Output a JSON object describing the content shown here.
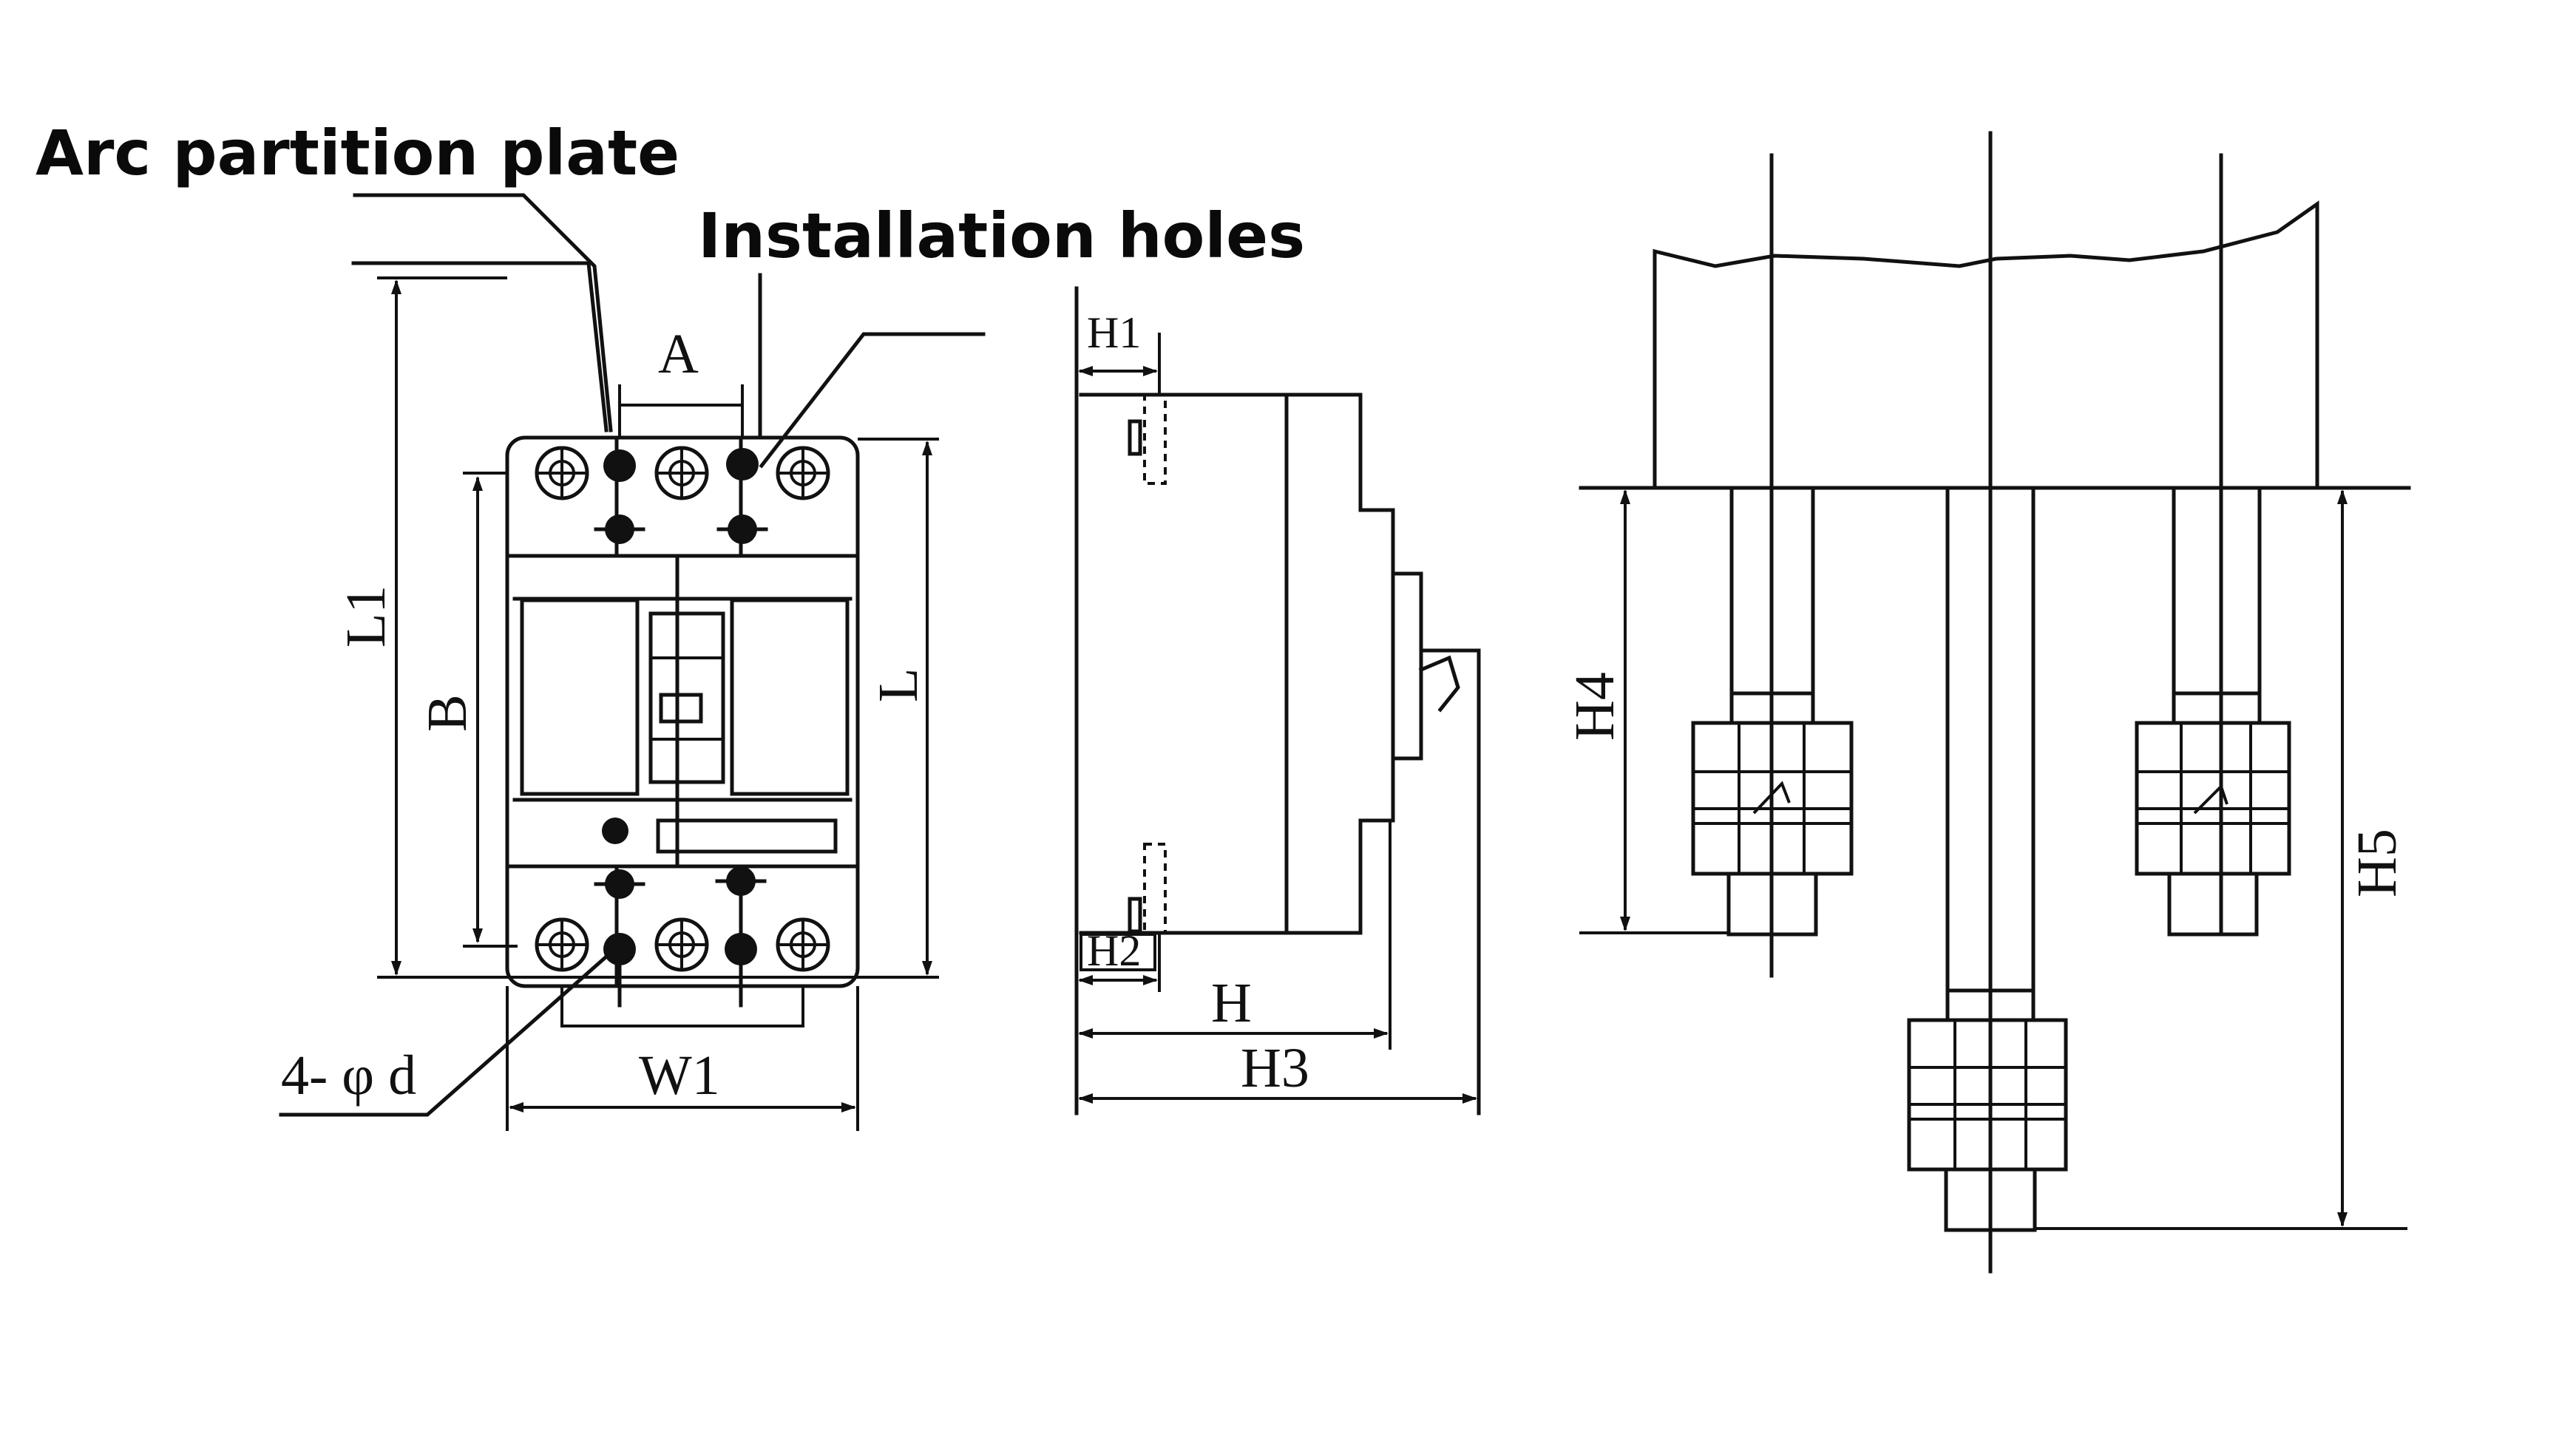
{
  "callouts": {
    "arc_partition_plate": "Arc partition plate",
    "installation_holes": "Installation holes",
    "holes_spec": "4- φ d"
  },
  "front_view": {
    "A": "A",
    "B": "B",
    "L": "L",
    "L1": "L1",
    "W1": "W1"
  },
  "side_view": {
    "H": "H",
    "H1": "H1",
    "H2": "H2",
    "H3": "H3"
  },
  "mounting_view": {
    "H4": "H4",
    "H5": "H5"
  }
}
